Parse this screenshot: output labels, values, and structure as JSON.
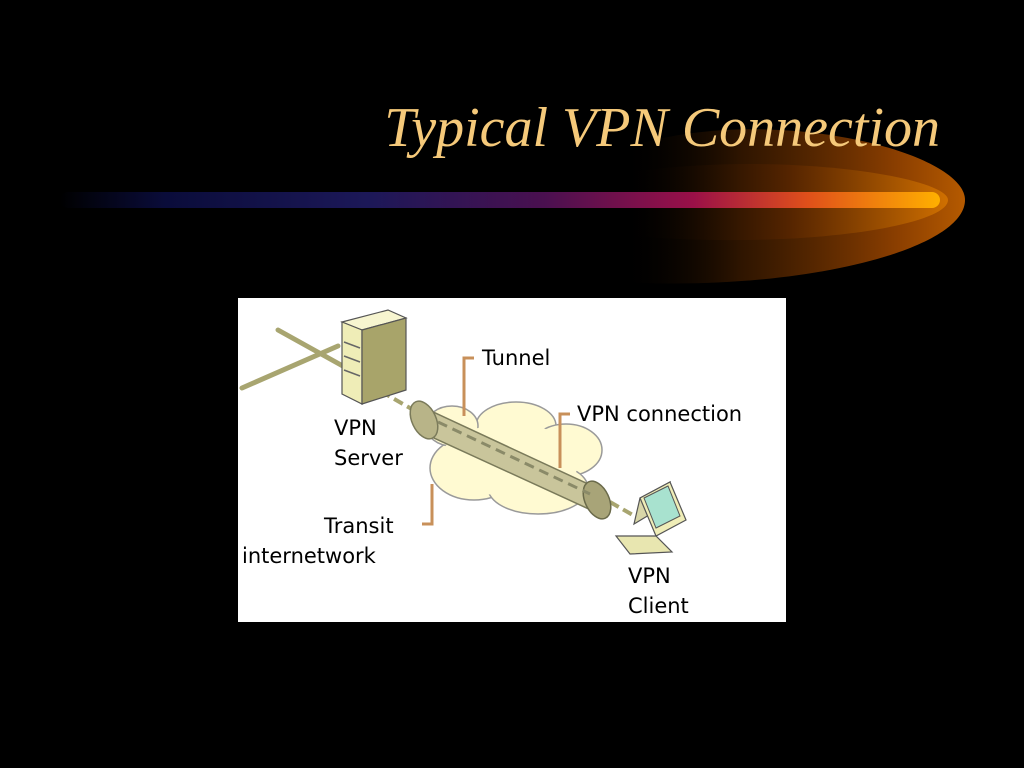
{
  "slide": {
    "title": "Typical VPN Connection",
    "title_color": "#f5c97a",
    "background": "#000000"
  },
  "diagram": {
    "labels": {
      "tunnel": "Tunnel",
      "vpn_connection": "VPN connection",
      "vpn_server_line1": "VPN",
      "vpn_server_line2": "Server",
      "transit_line1": "Transit",
      "transit_line2": "internetwork",
      "vpn_client_line1": "VPN",
      "vpn_client_line2": "Client"
    },
    "colors": {
      "panel": "#ffffff",
      "text": "#000000",
      "callout": "#c8905a",
      "cloud": "#fffad2",
      "tunnel": "#c9c59b",
      "network_line": "#a8a570",
      "server": "#efedb7",
      "laptop_screen": "#a8e2cf"
    }
  }
}
